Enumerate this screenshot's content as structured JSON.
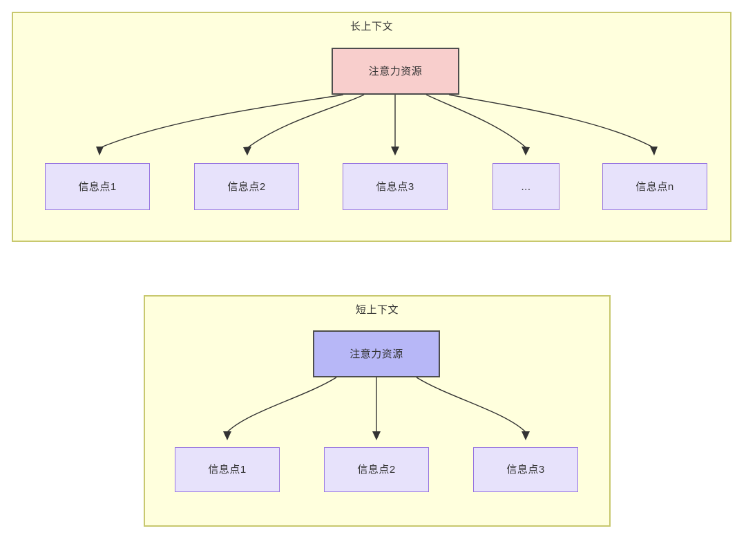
{
  "diagram": {
    "title_long": "长上下文",
    "title_short": "短上下文",
    "colors": {
      "group_fill": "#ffffdd",
      "group_border": "#c8c86e",
      "attention_long_fill": "#f8cecc",
      "attention_short_fill": "#b7b7f7",
      "node_border_dark": "#4d4d4d",
      "info_fill": "#e7e2fb",
      "info_border": "#9673e0",
      "edge_stroke": "#333333",
      "text": "#333333"
    },
    "groups": [
      {
        "key": "long-context",
        "label": "长上下文",
        "root": {
          "label": "注意力资源",
          "style": "pink"
        },
        "children": [
          {
            "label": "信息点1"
          },
          {
            "label": "信息点2"
          },
          {
            "label": "信息点3"
          },
          {
            "label": "..."
          },
          {
            "label": "信息点n"
          }
        ]
      },
      {
        "key": "short-context",
        "label": "短上下文",
        "root": {
          "label": "注意力资源",
          "style": "blue"
        },
        "children": [
          {
            "label": "信息点1"
          },
          {
            "label": "信息点2"
          },
          {
            "label": "信息点3"
          }
        ]
      }
    ]
  }
}
